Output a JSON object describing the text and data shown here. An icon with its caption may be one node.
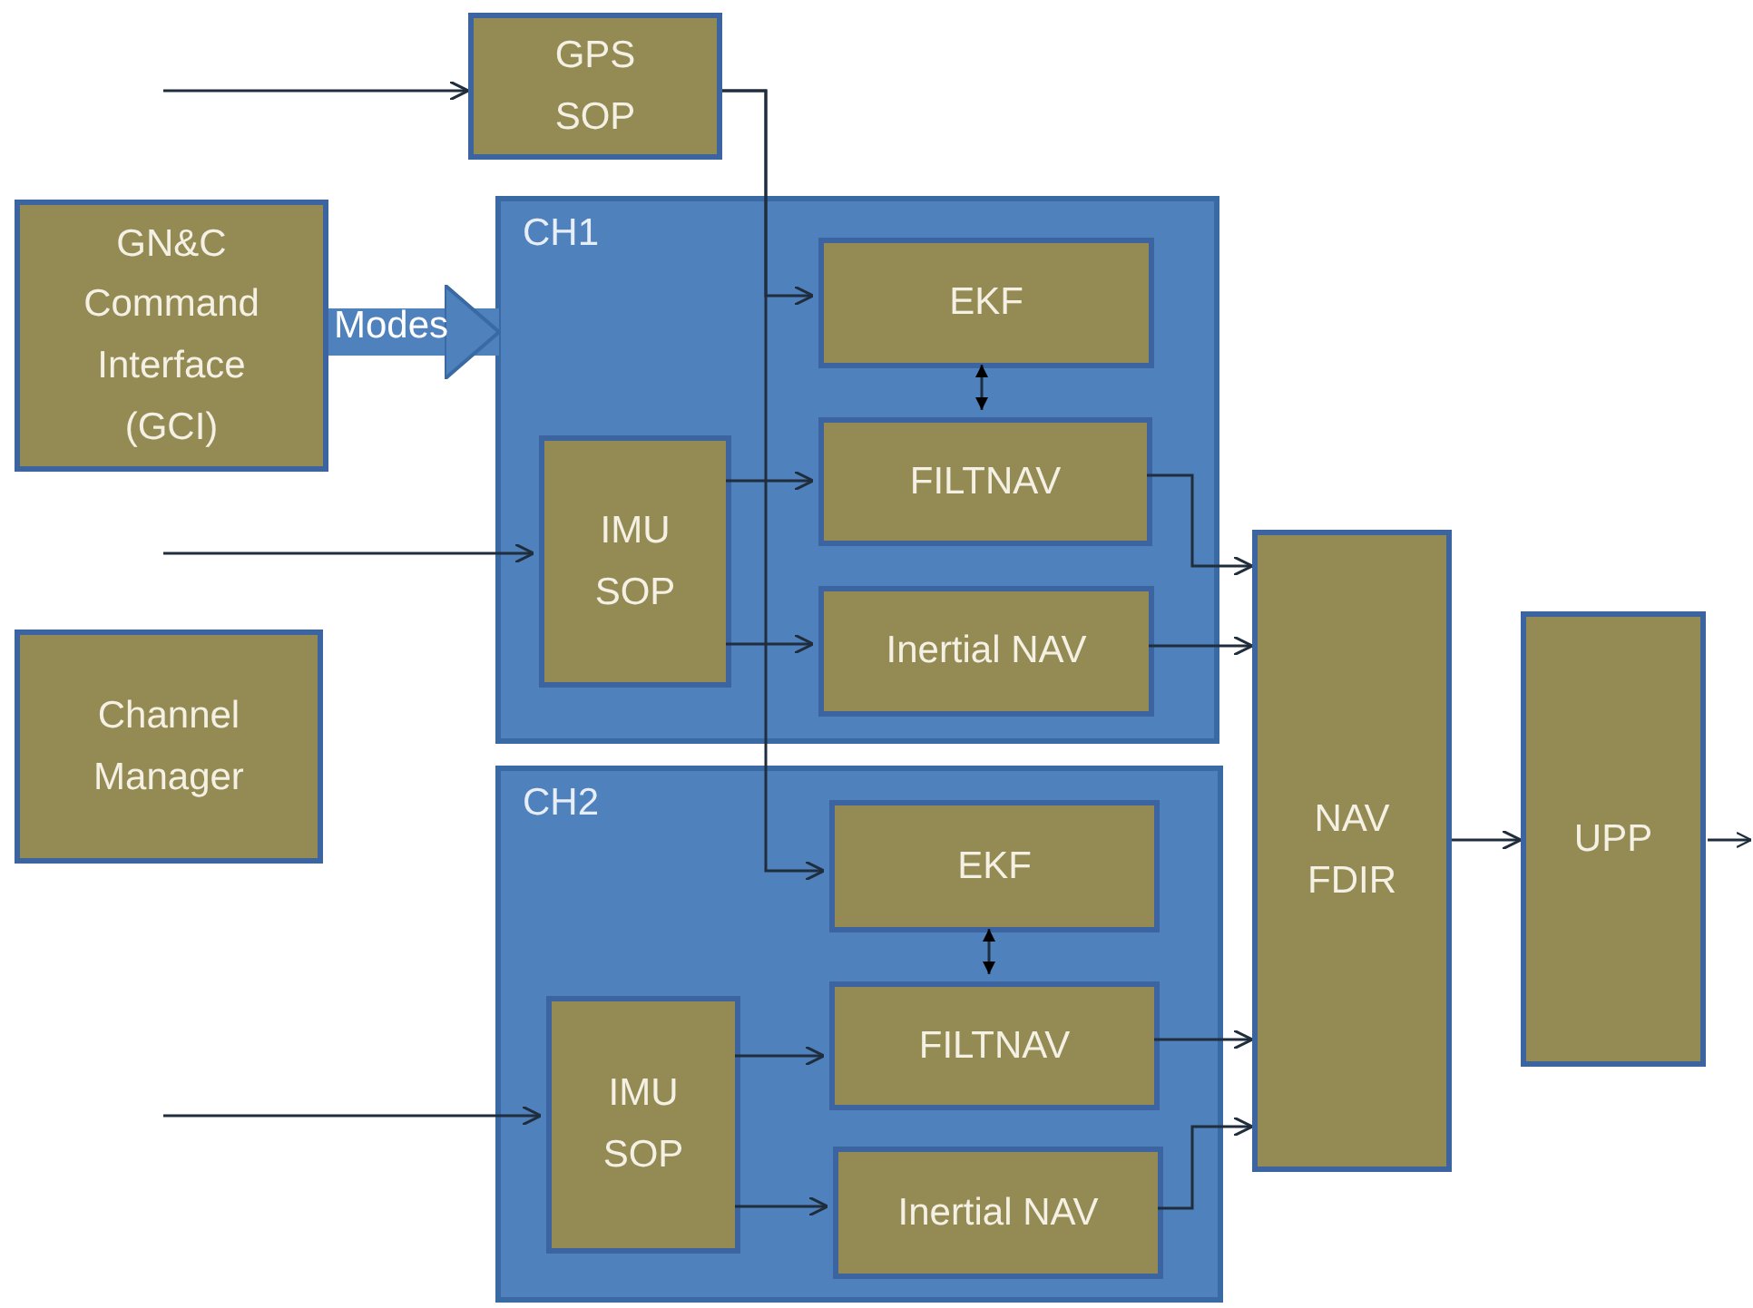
{
  "diagram": {
    "nodes": [
      {
        "text": [
          "GPS SOP"
        ]
      },
      {
        "text": [
          "GN&C Command Interface (GCI)"
        ]
      },
      {
        "text": [
          "CH1"
        ]
      },
      {
        "text": [
          "EKF"
        ],
        "in": 2
      },
      {
        "text": [
          "IMU SOP"
        ],
        "in": 2
      },
      {
        "text": [
          "FILTNAV"
        ],
        "in": 2
      },
      {
        "text": [
          "Inertial NAV"
        ],
        "in": 2
      },
      {
        "text": [
          "Channel Manager"
        ]
      },
      {
        "text": [
          "CH2"
        ]
      },
      {
        "text": [
          "EKF"
        ],
        "in": 8
      },
      {
        "text": [
          "IMU SOP"
        ],
        "in": 8
      },
      {
        "text": [
          "FILTNAV"
        ],
        "in": 8
      },
      {
        "text": [
          "Inertial NAV"
        ],
        "in": 8
      },
      {
        "text": [
          "NAV FDIR"
        ]
      },
      {
        "text": [
          "UPP"
        ]
      }
    ],
    "edges": [
      {
        "from": null,
        "to": 0,
        "arrow": "to"
      },
      {
        "from": 0,
        "to": 3,
        "arrow": "to"
      },
      {
        "from": 0,
        "to": 9,
        "arrow": "to"
      },
      {
        "from": 1,
        "to": 2,
        "arrow": "to",
        "label": "Modes",
        "style": "thick",
        "color": "#4f81bd"
      },
      {
        "from": null,
        "to": 4,
        "arrow": "to"
      },
      {
        "from": 4,
        "to": 5,
        "arrow": "to"
      },
      {
        "from": 4,
        "to": 6,
        "arrow": "to"
      },
      {
        "from": 3,
        "to": 5,
        "arrow": "both"
      },
      {
        "from": 5,
        "to": 13,
        "arrow": "to"
      },
      {
        "from": 6,
        "to": 13,
        "arrow": "to"
      },
      {
        "from": null,
        "to": 10,
        "arrow": "to"
      },
      {
        "from": 10,
        "to": 11,
        "arrow": "to"
      },
      {
        "from": 10,
        "to": 12,
        "arrow": "to"
      },
      {
        "from": 9,
        "to": 11,
        "arrow": "both"
      },
      {
        "from": 11,
        "to": 13,
        "arrow": "to"
      },
      {
        "from": 12,
        "to": 13,
        "arrow": "to"
      },
      {
        "from": 13,
        "to": 14,
        "arrow": "to"
      },
      {
        "from": 14,
        "to": null,
        "arrow": "to"
      }
    ]
  }
}
